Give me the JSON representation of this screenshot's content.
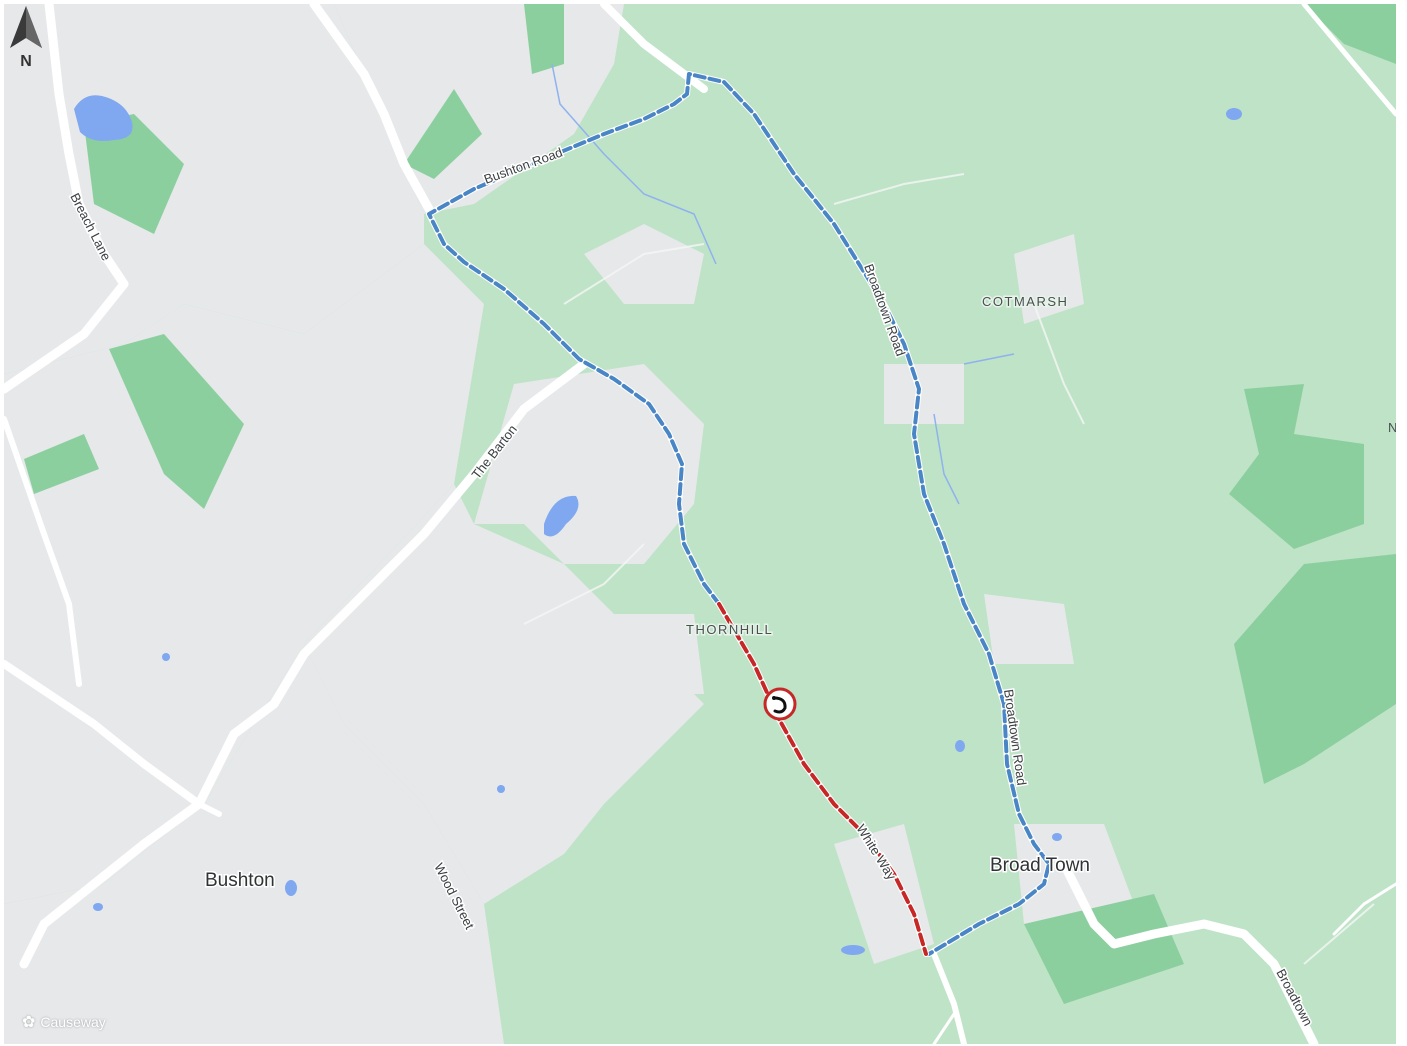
{
  "map": {
    "compass_label": "N",
    "edge_letters": "N",
    "brand": "Causeway",
    "brand_icon": "causeway-logo-icon",
    "incident_icon": "roadworks-warning-icon",
    "colors": {
      "farmland": "#bfe3c7",
      "woodland": "#8ccf9e",
      "built_area": "#e6e8ea",
      "road": "#ffffff",
      "water": "#7fa8f0",
      "diversion_route": "#4a86c5",
      "closure": "#c62828"
    },
    "roads": {
      "bushton_road": "Bushton Road",
      "broadtown_road_1": "Broadtown Road",
      "broadtown_road_2": "Broadtown Road",
      "broadtown_road_3": "Broadtown",
      "breach_lane": "Breach Lane",
      "the_barton": "The Barton",
      "wood_street": "Wood Street",
      "white_way": "White Way"
    },
    "places": {
      "cotmarsh": "COTMARSH",
      "thornhill": "THORNHILL",
      "bushton": "Bushton",
      "broad_town": "Broad Town"
    }
  }
}
